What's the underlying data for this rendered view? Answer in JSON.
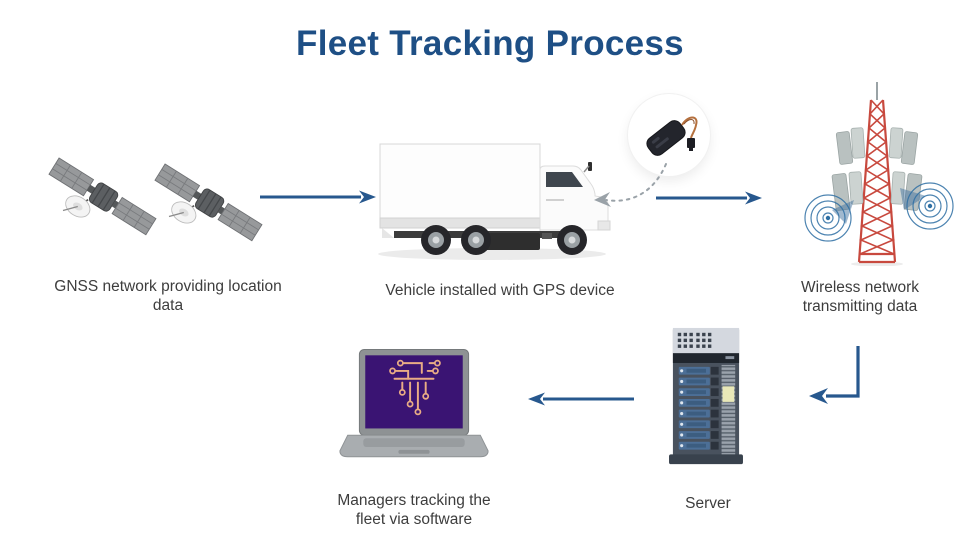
{
  "page": {
    "title": "Fleet Tracking Process"
  },
  "colors": {
    "title_color": "#1e4f85",
    "arrow_color": "#27588e",
    "caption_color": "#3d3d3d",
    "tower_red": "#c8493e",
    "wave_blue": "#2e6fa3",
    "screen_purple": "#3a1473",
    "circuit_peach": "#e9ac85",
    "dashed_gray": "#9aa2a8"
  },
  "nodes": {
    "gnss": {
      "caption": "GNSS network providing location data",
      "icon": "satellite-icon",
      "icon_count": 2
    },
    "vehicle": {
      "caption": "Vehicle installed with GPS device",
      "icon": "box-truck-icon",
      "inset_icon": "gps-tracker-icon"
    },
    "wireless": {
      "caption": "Wireless network transmitting data",
      "icon": "cell-tower-icon"
    },
    "server": {
      "caption": "Server",
      "icon": "server-rack-icon"
    },
    "managers": {
      "caption": "Managers tracking the fleet via software",
      "icon": "laptop-icon"
    }
  },
  "arrows": [
    {
      "name": "gnss-to-vehicle",
      "style": "solid",
      "direction": "right"
    },
    {
      "name": "vehicle-to-wireless",
      "style": "solid",
      "direction": "right"
    },
    {
      "name": "wireless-to-server",
      "style": "solid-bent",
      "direction": "down-then-left"
    },
    {
      "name": "server-to-managers",
      "style": "solid",
      "direction": "left"
    },
    {
      "name": "gps-tracker-to-vehicle",
      "style": "dashed-curved",
      "direction": "down-left"
    }
  ]
}
